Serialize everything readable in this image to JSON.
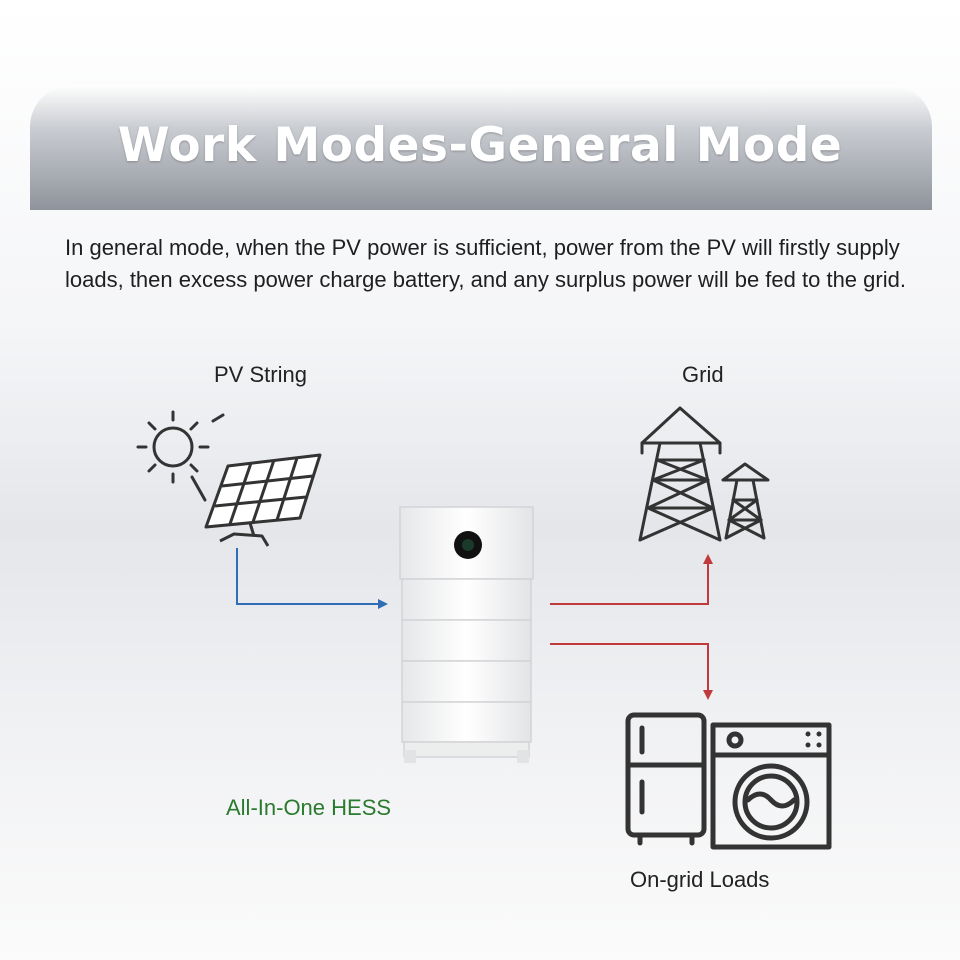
{
  "header": {
    "title": "Work Modes-General Mode"
  },
  "description": "In general mode, when the PV power is sufficient, power from the PV will firstly supply loads, then excess power charge battery, and any surplus power will be fed to the grid.",
  "labels": {
    "pv_string": "PV String",
    "grid": "Grid",
    "hess": "All-In-One HESS",
    "loads": "On-grid Loads"
  },
  "icons": {
    "pv": "solar-panel-icon",
    "grid": "transmission-tower-icon",
    "hess": "battery-storage-unit",
    "loads": "appliances-icon"
  },
  "colors": {
    "pv_flow": "#2f6db5",
    "output_flow": "#c0393b",
    "hess_label": "#2a7a2f",
    "icon_stroke": "#333333"
  }
}
